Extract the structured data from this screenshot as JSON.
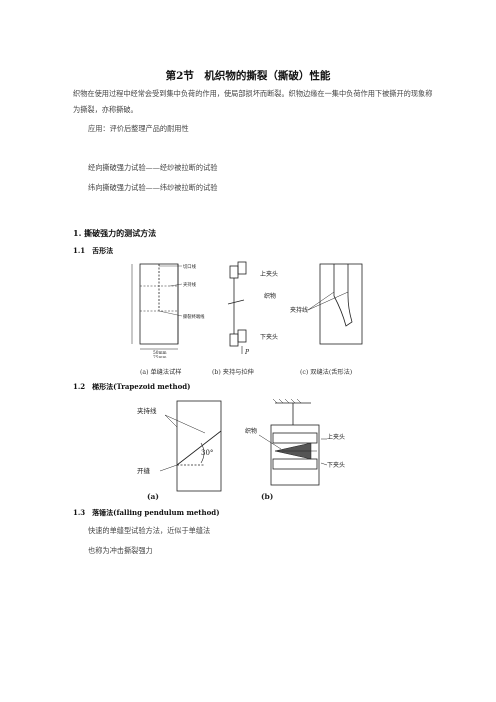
{
  "title": "第2节　机织物的撕裂（撕破）性能",
  "intro": "织物在使用过程中经常会受到集中负荷的作用，使局部损坏而断裂。织物边缘在一集中负荷作用下被撕开的现象称为撕裂，亦称撕破。",
  "application": "应用：评价后整理产品的耐用性",
  "warp_test": "经向撕破强力试验——经纱被拉断的试验",
  "weft_test": "纬向撕破强力试验——纬纱被拉断的试验",
  "section1": "1. 撕破强力的测试方法",
  "s11": {
    "heading": "1.1　舌形法",
    "fig_a": {
      "cut_line": "切口线",
      "clamp_line": "夹持线",
      "tear_end": "撕裂终端线",
      "width_label": "50mm",
      "width_label2": "75mm",
      "caption": "(a) 单缝法试样"
    },
    "fig_b": {
      "upper": "上夹头",
      "fabric": "织物",
      "lower": "下夹头",
      "force": "P",
      "caption": "(b) 夹持与拉伸"
    },
    "fig_c": {
      "clamp": "夹持线",
      "caption": "(c) 双缝法(舌形法)"
    }
  },
  "s12": {
    "heading": "1.2　梯形法(Trapezoid method)",
    "fig_a": {
      "clamp": "夹持线",
      "slit": "开缝",
      "angle": "30°",
      "label": "(a)"
    },
    "fig_b": {
      "fabric": "织物",
      "upper": "上夹头",
      "lower": "下夹头",
      "label": "(b)"
    }
  },
  "s13": {
    "heading": "1.3　落锤法(falling pendulum method)",
    "line1": "快速的单缝型试验方法，近似于单缝法",
    "line2": "也称为冲击撕裂强力"
  }
}
